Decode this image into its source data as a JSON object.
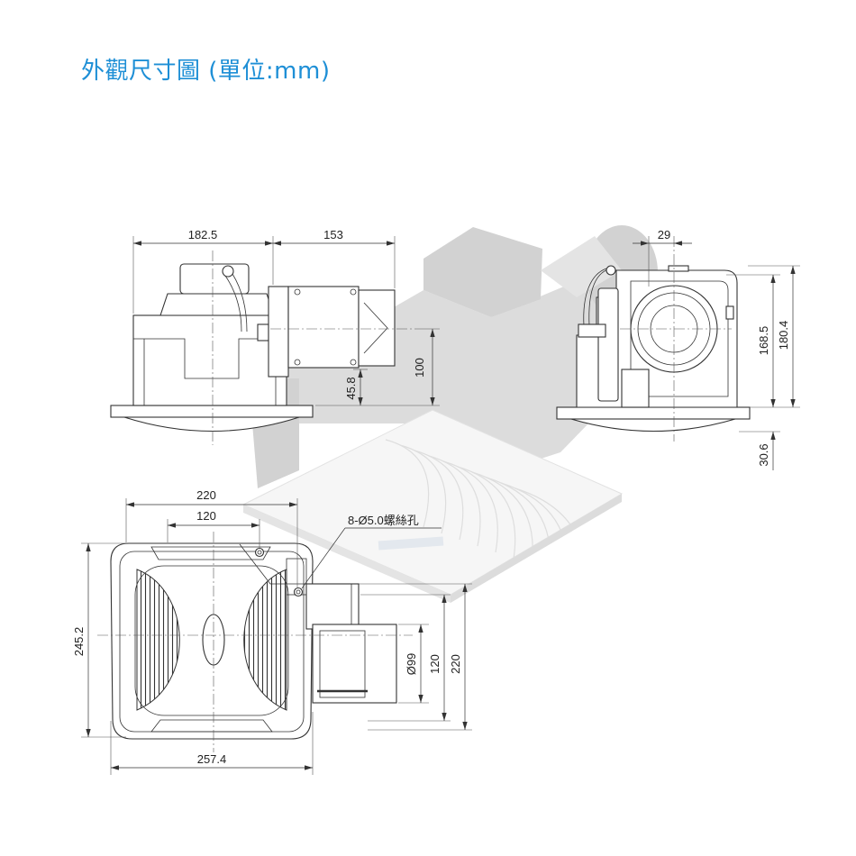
{
  "title": "外觀尺寸圖 (單位:mm)",
  "colors": {
    "title": "#1e8fd6",
    "line": "#333333"
  },
  "side_view": {
    "left_width": "182.5",
    "duct_length": "153",
    "duct_center_height": "100",
    "duct_bottom_height": "45.8"
  },
  "end_view": {
    "duct_offset": "29",
    "body_height": "168.5",
    "total_height": "180.4",
    "grille_depth": "30.6"
  },
  "bottom_view": {
    "screw_span_wide": "220",
    "screw_span_narrow": "120",
    "screw_hole_note": "8-Ø5.0螺絲孔",
    "panel_depth": "245.2",
    "panel_width": "257.4",
    "duct_diameter": "Ø99",
    "duct_height": "120",
    "duct_bracket_height": "220"
  }
}
